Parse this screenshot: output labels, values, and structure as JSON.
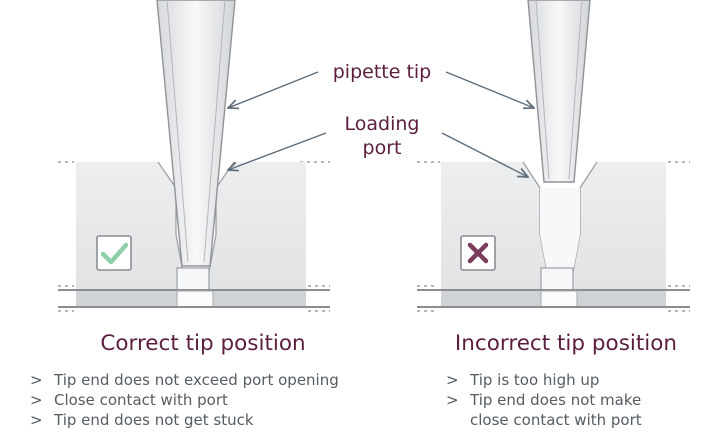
{
  "callouts": {
    "pipette_tip": "pipette tip",
    "loading_port_line1": "Loading",
    "loading_port_line2": "port"
  },
  "panels": [
    {
      "caption": "Correct tip position",
      "status_icon": "check-icon",
      "status_color": "#8fcfa8",
      "bullet_marker": ">",
      "bullets": [
        "Tip end does not exceed port opening",
        "Close contact with port",
        "Tip end does not get stuck"
      ]
    },
    {
      "caption": "Incorrect tip position",
      "status_icon": "cross-icon",
      "status_color": "#7c3d5c",
      "bullet_marker": ">",
      "bullets": [
        "Tip is too high up",
        "Tip end does not make",
        "close contact with port"
      ]
    }
  ],
  "colors": {
    "text_primary": "#5c1e3e",
    "text_secondary": "#555c62",
    "chip_fill": "#e4e5e7",
    "outline": "#8a8e93"
  }
}
